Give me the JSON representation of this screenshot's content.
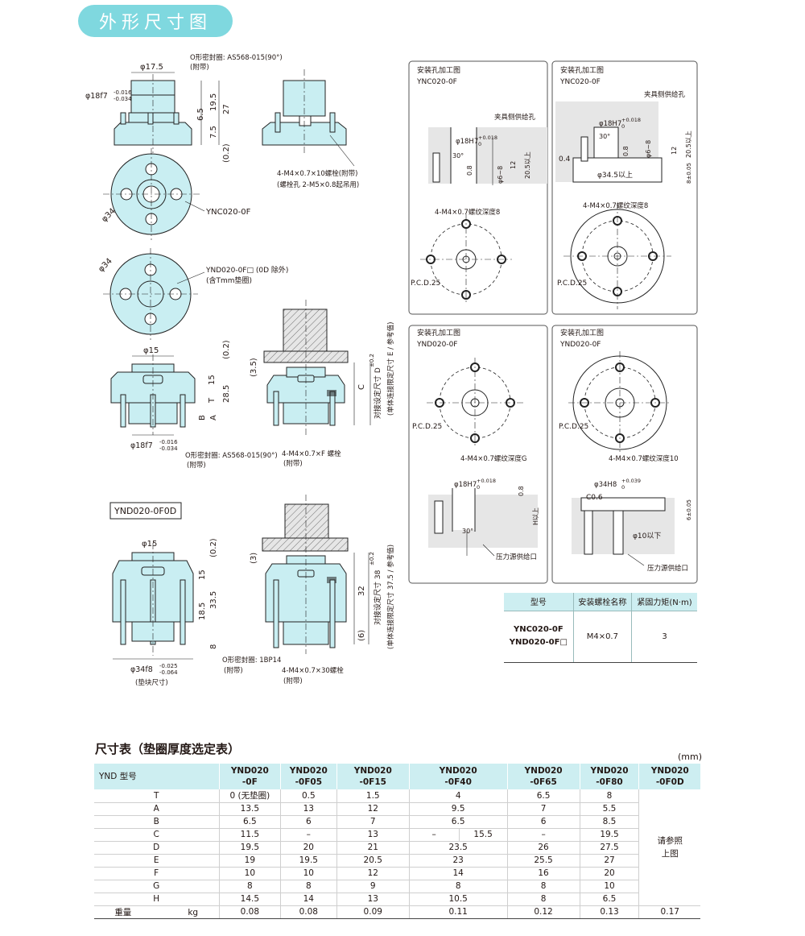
{
  "page_title": "外形尺寸图",
  "colors": {
    "accent": "#7fd8df",
    "part_fill": "#c9eef2",
    "header_fill": "#cdeef1"
  },
  "drawings": {
    "ync": {
      "dia_top": "φ17.5",
      "oring": "O形密封圈: AS568-015(90°)",
      "oring_note": "(附带)",
      "fit": "φ18f7",
      "fit_tol_upper": "-0.016",
      "fit_tol_lower": "-0.034",
      "dim_65": "6.5",
      "dim_195": "19.5",
      "dim_27": "27",
      "dim_75": "7.5",
      "dim_02": "(0.2)",
      "bolt": "4-M4×0.7×10螺栓(附带)",
      "bolt_note": "(螺栓孔 2-M5×0.8起吊用)",
      "dia_34": "φ34",
      "model": "YNC020-0F"
    },
    "ynd": {
      "dia_34": "φ34",
      "model": "YND020-0F□ (0D 除外)",
      "model_note": "(含Tmm垫圈)",
      "dia_15": "φ15",
      "dim_02": "(0.2)",
      "dim_35": "(3.5)",
      "dim_15": "15",
      "dim_285": "28.5",
      "dim_t": "T",
      "dim_b": "B",
      "dim_a": "A",
      "dim_c": "C",
      "fit": "φ18f7",
      "fit_tol_upper": "-0.016",
      "fit_tol_lower": "-0.034",
      "oring": "O形密封圈: AS568-015(90°)",
      "oring_note": "(附带)",
      "bolt": "4-M4×0.7×F 螺栓",
      "bolt_note": "(附带)",
      "vertical_1": "对接设定尺寸 D",
      "vertical_1_tol": "±0.2",
      "vertical_2": "(单体连接限定尺寸 E / 参考值)"
    },
    "ynd0d": {
      "model": "YND020-0F0D",
      "dia_15": "φ15",
      "dim_02": "(0.2)",
      "dim_3": "(3)",
      "dim_15": "15",
      "dim_185": "18.5",
      "dim_335": "33.5",
      "dim_8": "8",
      "dim_32": "32",
      "dim_6": "(6)",
      "fit": "φ34f8",
      "fit_tol_upper": "-0.025",
      "fit_tol_lower": "-0.064",
      "fit_note": "(垫块尺寸)",
      "oring": "O形密封圈: 1BP14",
      "oring_note": "(附带)",
      "bolt": "4-M4×0.7×30螺栓",
      "bolt_note": "(附带)",
      "vertical_1": "对接设定尺寸 38",
      "vertical_1_tol": "±0.2",
      "vertical_2": "(单体连接限定尺寸 37.5 / 参考值)"
    },
    "mount": [
      {
        "caption": "安装孔加工图",
        "model": "YNC020-0F",
        "supply": "夹具侧供给孔",
        "fit": "φ18H7",
        "fit_tol_upper": "+0.018",
        "fit_tol_lower": "0",
        "angle": "30°",
        "dims": [
          "0.8",
          "φ6~8",
          "12",
          "20.5以上"
        ],
        "thread": "4-M4×0.7螺纹深度8",
        "pcd": "P.C.D.25"
      },
      {
        "caption": "安装孔加工图",
        "model": "YNC020-0F",
        "supply": "夹具侧供给孔",
        "fit": "φ18H7",
        "fit_tol_upper": "+0.018",
        "fit_tol_lower": "0",
        "angle": "30°",
        "dims": [
          "0.4",
          "φ34.5以上",
          "0.8",
          "φ6~8",
          "12",
          "20.5以上",
          "8±0.05"
        ],
        "thread": "4-M4×0.7螺纹深度8",
        "pcd": "P.C.D.25"
      },
      {
        "caption": "安装孔加工图",
        "model": "YND020-0F",
        "pcd": "P.C.D.25",
        "thread": "4-M4×0.7螺纹深度G",
        "fit": "φ18H7",
        "fit_tol_upper": "+0.018",
        "fit_tol_lower": "0",
        "angle": "30°",
        "dims": [
          "0.8",
          "H以上"
        ],
        "supply": "压力源供给口"
      },
      {
        "caption": "安装孔加工图",
        "model": "YND020-0F",
        "pcd": "P.C.D.25",
        "thread": "4-M4×0.7螺纹深度10",
        "fit": "φ34H8",
        "fit_tol_upper": "+0.039",
        "fit_tol_lower": "0",
        "chamfer": "C0.6",
        "dims": [
          "6±0.05",
          "φ10以下"
        ],
        "supply": "压力源供给口"
      }
    ]
  },
  "torque_table": {
    "headers": [
      "型号",
      "安装螺栓名称",
      "紧固力矩(N·m)"
    ],
    "models": [
      "YNC020-0F",
      "YND020-0F□"
    ],
    "bolt": "M4×0.7",
    "torque": "3"
  },
  "dims_table": {
    "title": "尺寸表（垫圈厚度选定表）",
    "unit": "(mm)",
    "corner": "YND 型号",
    "columns": [
      [
        "YND020",
        "-0F"
      ],
      [
        "YND020",
        "-0F05"
      ],
      [
        "YND020",
        "-0F15"
      ],
      [
        "YND020",
        "-0F40"
      ],
      [
        "YND020",
        "-0F65"
      ],
      [
        "YND020",
        "-0F80"
      ],
      [
        "YND020",
        "-0F0D"
      ]
    ],
    "rows": [
      {
        "label": "T",
        "values": [
          "0 (无垫圈)",
          "0.5",
          "1.5",
          "4",
          "6.5",
          "8"
        ]
      },
      {
        "label": "A",
        "values": [
          "13.5",
          "13",
          "12",
          "9.5",
          "7",
          "5.5"
        ]
      },
      {
        "label": "B",
        "values": [
          "6.5",
          "6",
          "7",
          "6.5",
          "6",
          "8.5"
        ]
      },
      {
        "label": "C",
        "values": [
          "11.5",
          "–",
          "13",
          "–",
          "15.5",
          "–",
          "19.5"
        ]
      },
      {
        "label": "D",
        "values": [
          "19.5",
          "20",
          "21",
          "23.5",
          "26",
          "27.5"
        ]
      },
      {
        "label": "E",
        "values": [
          "19",
          "19.5",
          "20.5",
          "23",
          "25.5",
          "27"
        ]
      },
      {
        "label": "F",
        "values": [
          "10",
          "10",
          "12",
          "14",
          "16",
          "20"
        ]
      },
      {
        "label": "G",
        "values": [
          "8",
          "8",
          "9",
          "8",
          "8",
          "10"
        ]
      },
      {
        "label": "H",
        "values": [
          "14.5",
          "14",
          "13",
          "10.5",
          "8",
          "6.5"
        ]
      }
    ],
    "ref_note": [
      "请参照",
      "上图"
    ],
    "weight": {
      "label": "重量",
      "unit": "kg",
      "values": [
        "0.08",
        "0.08",
        "0.09",
        "0.11",
        "0.12",
        "0.13",
        "0.17"
      ]
    }
  }
}
